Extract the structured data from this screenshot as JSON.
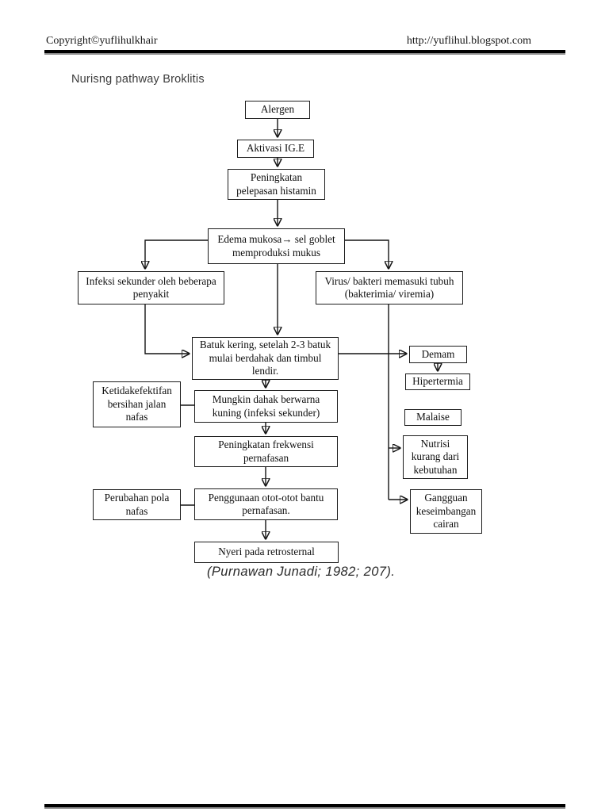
{
  "header": {
    "copyright": "Copyright©yuflihulkhair",
    "url": "http://yuflihul.blogspot.com"
  },
  "page": {
    "title": "Nurisng pathway Broklitis"
  },
  "flowchart": {
    "nodes": {
      "alergen": "Alergen",
      "aktivasi_ige": "Aktivasi IG.E",
      "peningkatan_histamin": "Peningkatan pelepasan histamin",
      "edema_mukosa": "Edema mukosa→ sel goblet memproduksi mukus",
      "infeksi_sekunder": "Infeksi sekunder oleh beberapa penyakit",
      "virus_bakteri": "Virus/ bakteri memasuki tubuh (bakterimia/ viremia)",
      "batuk_kering": "Batuk kering, setelah 2-3 batuk mulai berdahak dan timbul lendir.",
      "ketidakefektifan": "Ketidakefektifan bersihan jalan nafas",
      "mungkin_dahak": "Mungkin dahak berwarna kuning (infeksi sekunder)",
      "peningkatan_frekwensi": "Peningkatan frekwensi pernafasan",
      "perubahan_pola": "Perubahan pola nafas",
      "penggunaan_otot": "Penggunaan otot-otot bantu pernafasan.",
      "nyeri_retrosternal": "Nyeri pada retrosternal",
      "demam": "Demam",
      "hipertermia": "Hipertermia",
      "malaise": "Malaise",
      "nutrisi_kurang": "Nutrisi kurang dari kebutuhan",
      "gangguan_cairan": "Gangguan keseimbangan cairan"
    }
  },
  "citation": "(Purnawan Junadi; 1982; 207).",
  "colors": {
    "ink": "#141414",
    "paper": "#ffffff"
  }
}
